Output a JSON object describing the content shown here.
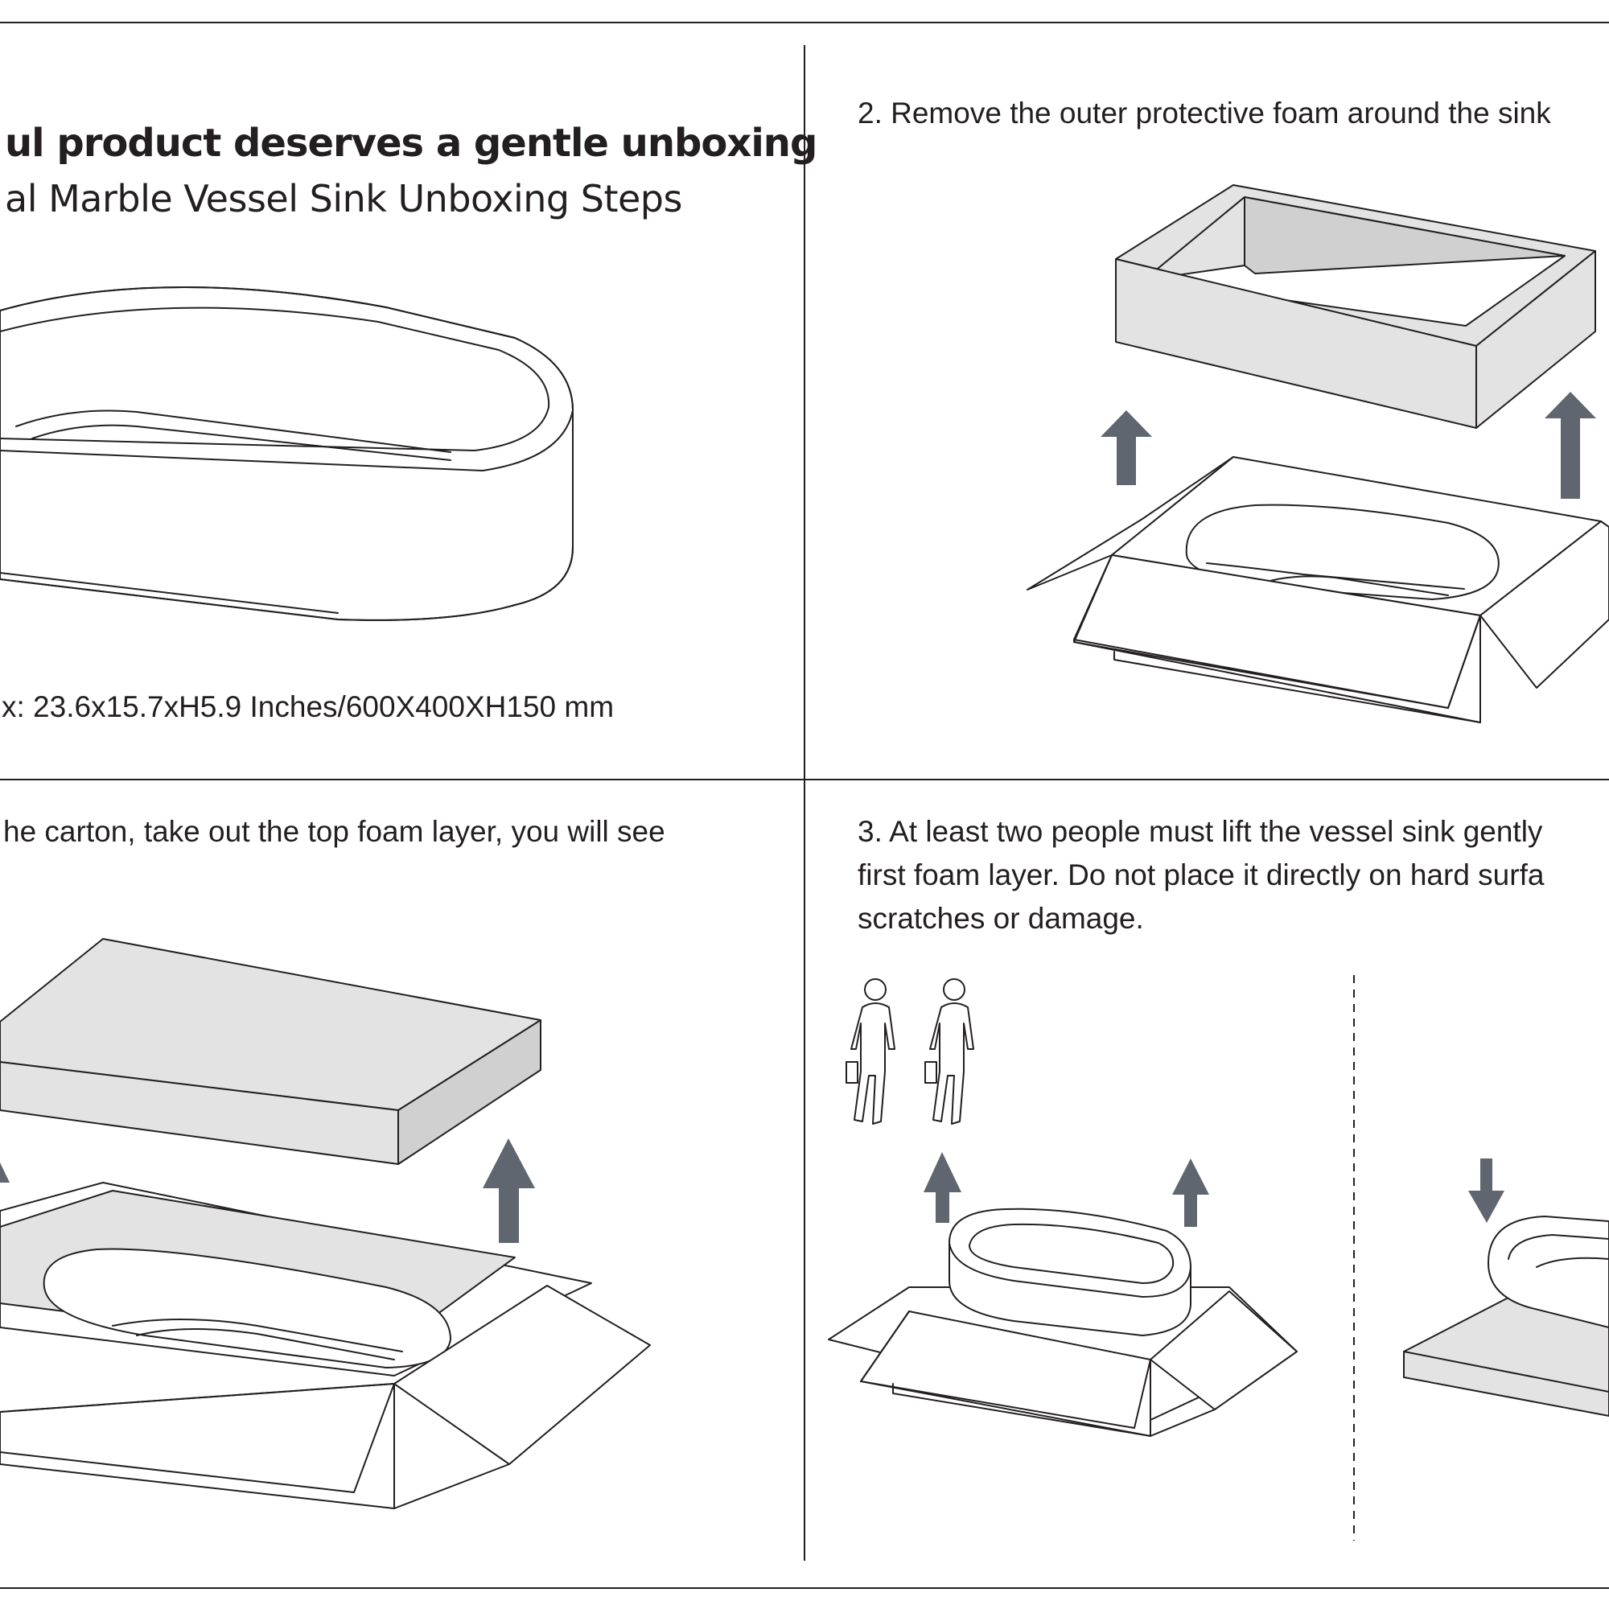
{
  "panel_intro": {
    "title": "ul product deserves a gentle unboxing",
    "subtitle": "al Marble Vessel Sink Unboxing Steps",
    "dimensions": "x: 23.6x15.7xH5.9 Inches/600X400XH150 mm"
  },
  "panel_step1": {
    "text": "he carton, take out the top foam layer, you will see"
  },
  "panel_step2": {
    "text": "2. Remove the outer protective foam around the sink"
  },
  "panel_step3": {
    "line1": "3. At least two people must lift the vessel sink gently",
    "line2": "first foam layer. Do not place it directly on hard surfa",
    "line3": "scratches or damage."
  },
  "colors": {
    "line": "#231f20",
    "foam": "#e3e3e3",
    "arrow": "#5f6670"
  },
  "icons": [
    "up-arrow-icon",
    "down-arrow-icon",
    "person-icon"
  ]
}
